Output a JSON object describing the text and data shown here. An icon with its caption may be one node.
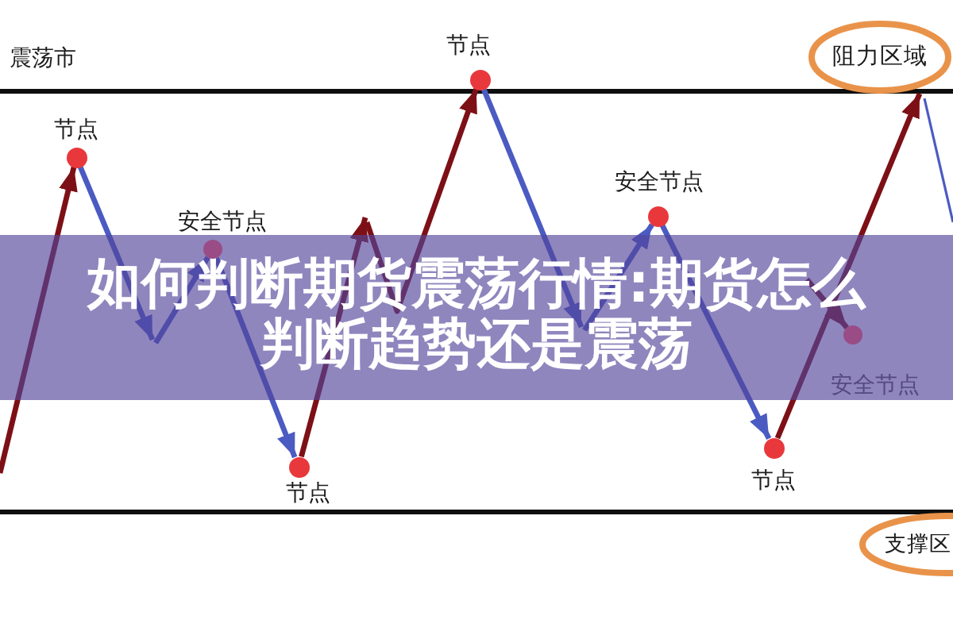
{
  "diagram": {
    "title": "如何判断期货震荡行情:期货怎么判断趋势还是震荡",
    "nodes": [
      {
        "text": [
          "阻力区域"
        ]
      },
      {
        "text": [],
        "shape": "circle",
        "beside": [
          "节点"
        ]
      },
      {
        "text": [],
        "shape": "circle",
        "beside": [
          "安全节点"
        ]
      },
      {
        "text": [],
        "shape": "circle",
        "beside": [
          "节点"
        ]
      },
      {
        "text": [],
        "shape": "circle",
        "beside": [
          "节点"
        ]
      },
      {
        "text": [],
        "shape": "circle",
        "beside": [
          "安全节点"
        ]
      },
      {
        "text": [],
        "shape": "circle",
        "beside": [
          "节点"
        ]
      },
      {
        "text": [],
        "shape": "circle",
        "beside": [
          "安全节点"
        ]
      },
      {
        "text": [
          "支撑区"
        ]
      }
    ],
    "edges": [
      {
        "from": null,
        "to": 1,
        "arrow": "to",
        "color": "#7d1016"
      },
      {
        "from": 1,
        "to": null,
        "arrow": "to"
      },
      {
        "from": null,
        "to": 2,
        "arrow": "to"
      },
      {
        "from": 2,
        "to": 3,
        "arrow": "to"
      },
      {
        "from": 3,
        "to": null,
        "arrow": "to",
        "color": "#7d1016"
      },
      {
        "from": null,
        "to": 4,
        "arrow": "to",
        "color": "#7d1016"
      },
      {
        "from": 4,
        "to": null,
        "arrow": "to"
      },
      {
        "from": null,
        "to": 5,
        "arrow": "to"
      },
      {
        "from": 5,
        "to": 6,
        "arrow": "to"
      },
      {
        "from": 6,
        "to": 0,
        "arrow": "to",
        "color": "#7d1016"
      },
      {
        "from": null,
        "to": 7,
        "arrow": "to",
        "color": "#7d1016"
      }
    ],
    "labels": [
      "震荡市"
    ]
  }
}
